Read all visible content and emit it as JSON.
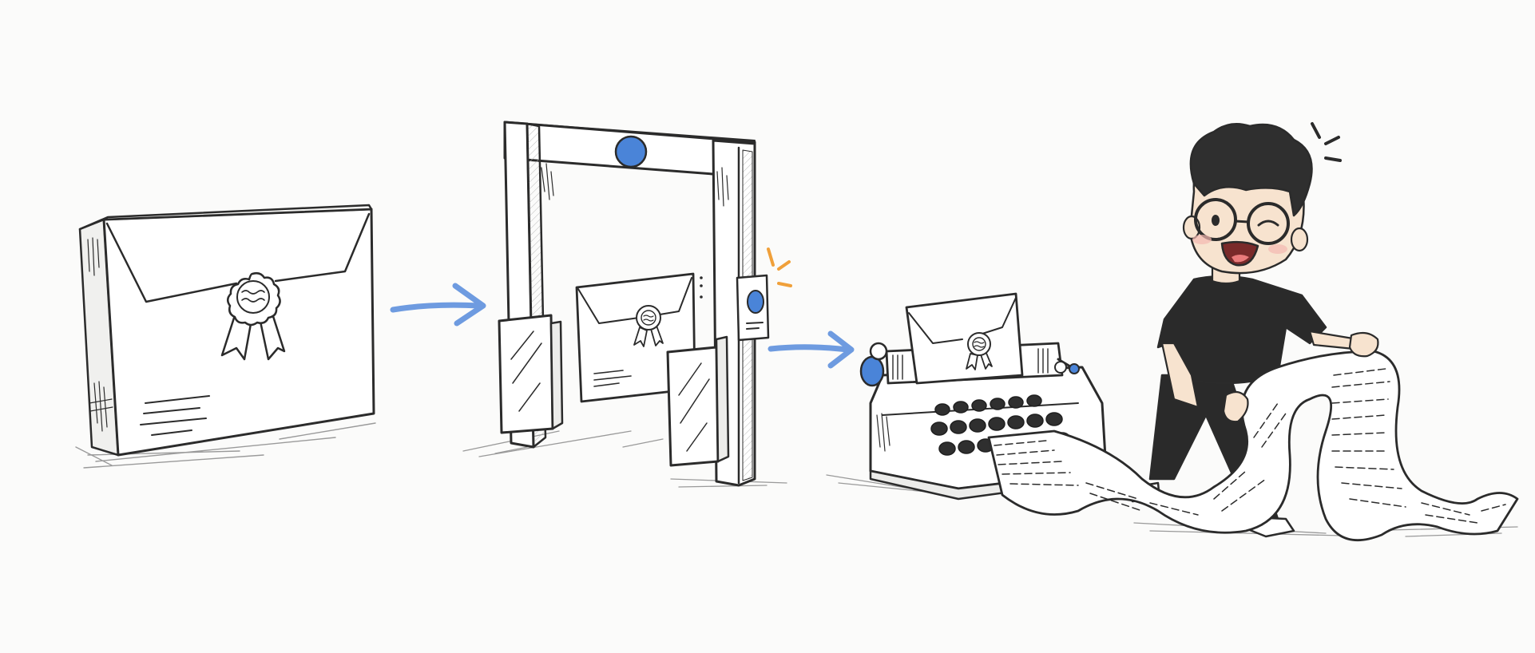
{
  "diagram": {
    "steps": [
      {
        "name": "sealed-envelope"
      },
      {
        "name": "security-gate-scanner"
      },
      {
        "name": "typewriter-printout"
      }
    ],
    "colors": {
      "ink": "#2b2b2b",
      "paper": "#ffffff",
      "background": "#fbfbfa",
      "accent_blue": "#4a84d8",
      "arrow_blue": "#6e9be0",
      "alert_orange": "#f0a03a",
      "shirt_black": "#2a2a2a",
      "skin": "#f7e3cf"
    },
    "icons": [
      "arrow-right-icon",
      "certificate-seal-icon",
      "blue-sensor-light-icon",
      "alert-spark-icon",
      "sparkle-icon"
    ]
  }
}
